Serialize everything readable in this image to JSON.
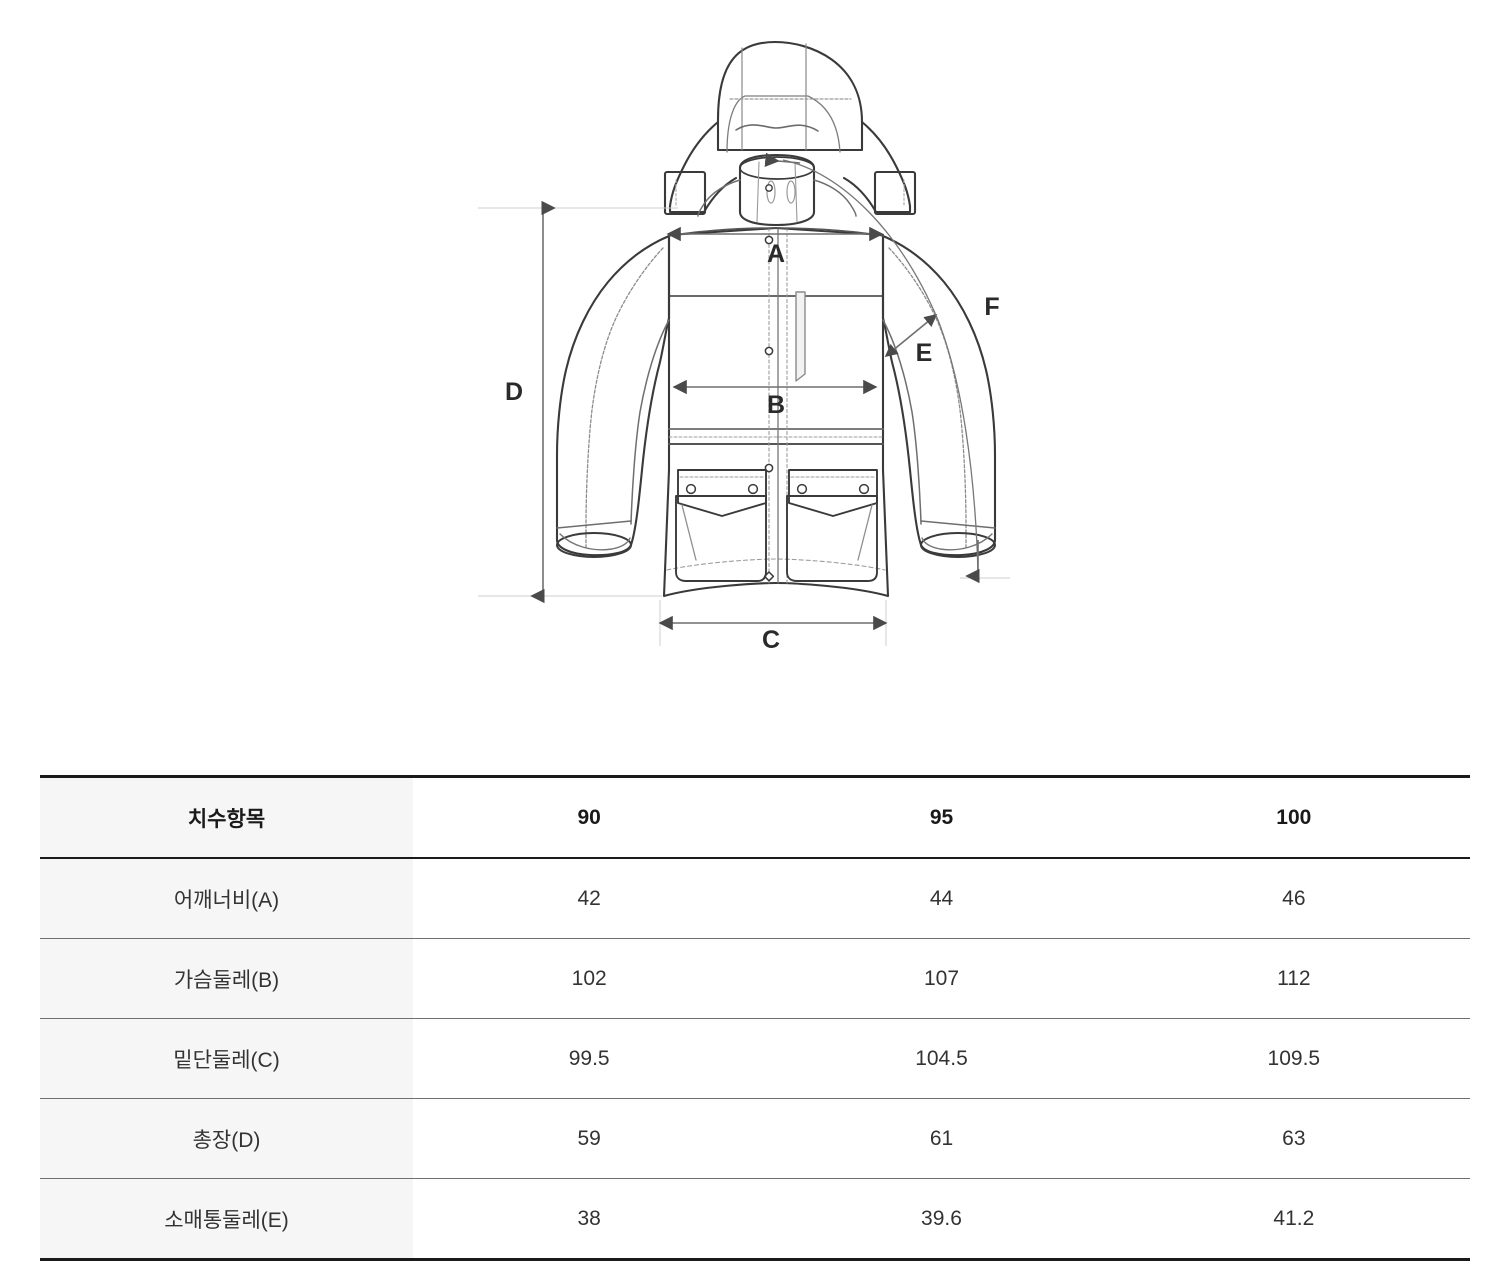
{
  "diagram": {
    "alt": "technical flat sketch of a hooded jacket with measurement callouts",
    "labels": {
      "a": "A",
      "b": "B",
      "c": "C",
      "d": "D",
      "e": "E",
      "f": "F"
    },
    "line_color": "#3a3a3a",
    "dim_color": "#555555"
  },
  "table": {
    "header": [
      "치수항목",
      "90",
      "95",
      "100"
    ],
    "rows": [
      {
        "label": "어깨너비(A)",
        "values": [
          "42",
          "44",
          "46"
        ]
      },
      {
        "label": "가슴둘레(B)",
        "values": [
          "102",
          "107",
          "112"
        ]
      },
      {
        "label": "밑단둘레(C)",
        "values": [
          "99.5",
          "104.5",
          "109.5"
        ]
      },
      {
        "label": "총장(D)",
        "values": [
          "59",
          "61",
          "63"
        ]
      },
      {
        "label": "소매통둘레(E)",
        "values": [
          "38",
          "39.6",
          "41.2"
        ]
      }
    ]
  },
  "chart_data": {
    "type": "table",
    "title": "치수항목",
    "categories": [
      "90",
      "95",
      "100"
    ],
    "series": [
      {
        "name": "어깨너비(A)",
        "values": [
          42,
          44,
          46
        ]
      },
      {
        "name": "가슴둘레(B)",
        "values": [
          102,
          107,
          112
        ]
      },
      {
        "name": "밑단둘레(C)",
        "values": [
          99.5,
          104.5,
          109.5
        ]
      },
      {
        "name": "총장(D)",
        "values": [
          59,
          61,
          63
        ]
      },
      {
        "name": "소매통둘레(E)",
        "values": [
          38,
          39.6,
          41.2
        ]
      }
    ],
    "xlabel": "",
    "ylabel": ""
  }
}
